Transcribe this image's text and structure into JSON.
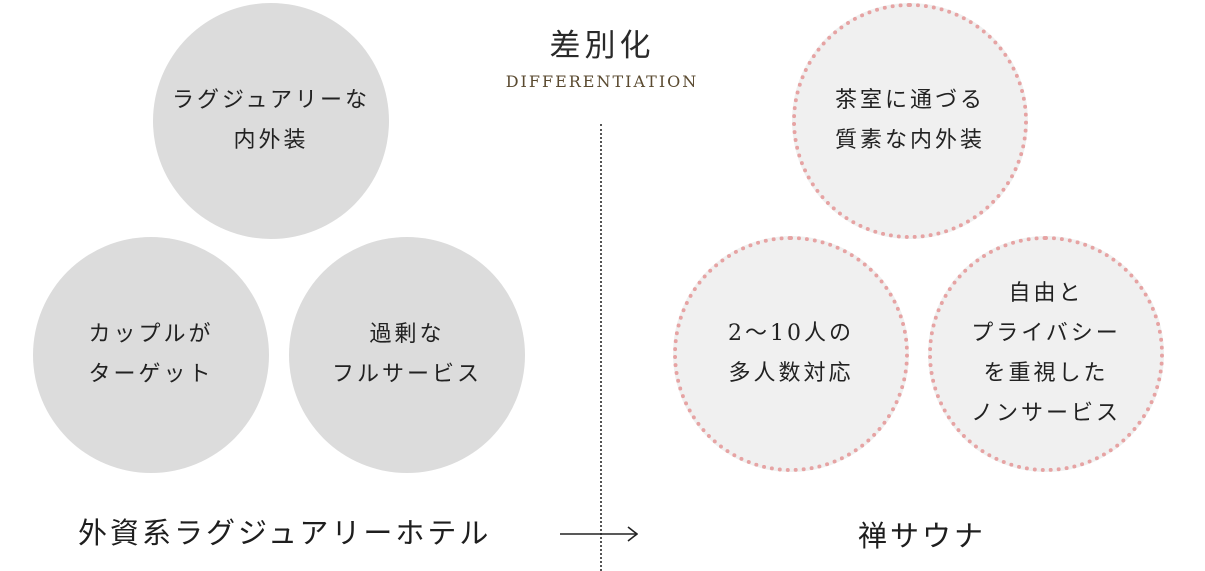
{
  "heading": {
    "title": "差別化",
    "subtitle": "DIFFERENTIATION"
  },
  "left": {
    "circles": [
      {
        "lines": [
          "ラグジュアリーな",
          "内外装"
        ]
      },
      {
        "lines": [
          "カップルが",
          "ターゲット"
        ]
      },
      {
        "lines": [
          "過剰な",
          "フルサービス"
        ]
      }
    ],
    "caption": "外資系ラグジュアリーホテル"
  },
  "right": {
    "circles": [
      {
        "lines": [
          "茶室に通づる",
          "質素な内外装"
        ]
      },
      {
        "lines": [
          "2〜10人の",
          "多人数対応"
        ]
      },
      {
        "lines": [
          "自由と",
          "プライバシー",
          "を重視した",
          "ノンサービス"
        ]
      }
    ],
    "caption": "禅サウナ"
  },
  "colors": {
    "grey_circle": "#dcdcdc",
    "pink_circle_fill": "#f0f0f0",
    "pink_dots": "#e6a3a3",
    "subtitle": "#5a4a30"
  },
  "icons": {
    "arrow": "right-arrow-icon"
  }
}
